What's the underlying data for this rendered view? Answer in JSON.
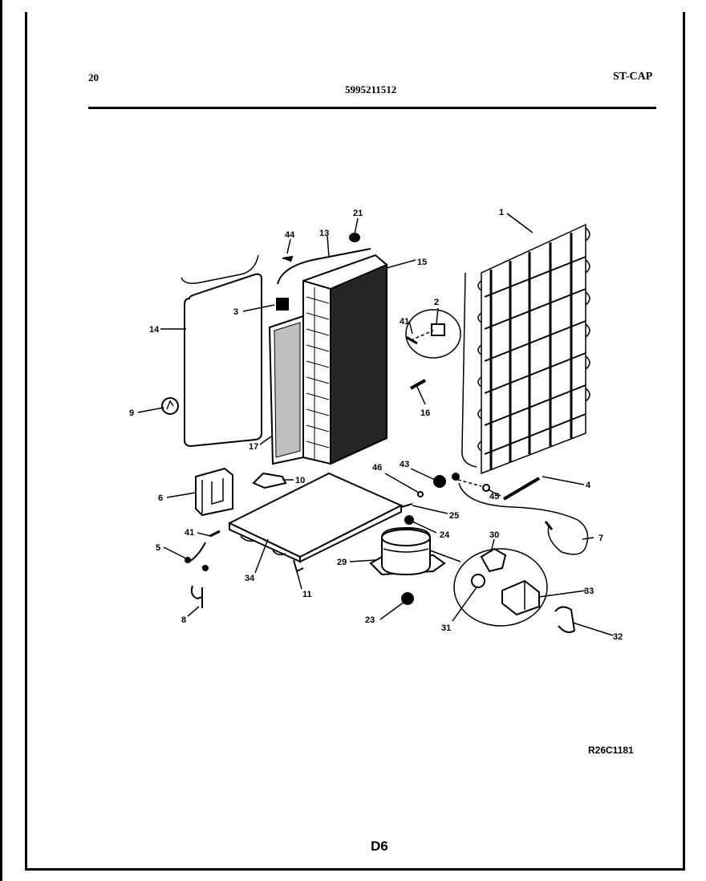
{
  "header": {
    "page_number": "20",
    "part_number": "5995211512",
    "tag": "ST-CAP"
  },
  "diagram": {
    "callouts": [
      "1",
      "2",
      "3",
      "4",
      "5",
      "6",
      "7",
      "8",
      "9",
      "10",
      "11",
      "13",
      "14",
      "15",
      "16",
      "17",
      "21",
      "23",
      "24",
      "25",
      "29",
      "30",
      "31",
      "32",
      "33",
      "34",
      "41",
      "41",
      "43",
      "44",
      "45",
      "46"
    ]
  },
  "footer": {
    "drawing_code": "R26C1181",
    "page_code": "D6"
  }
}
